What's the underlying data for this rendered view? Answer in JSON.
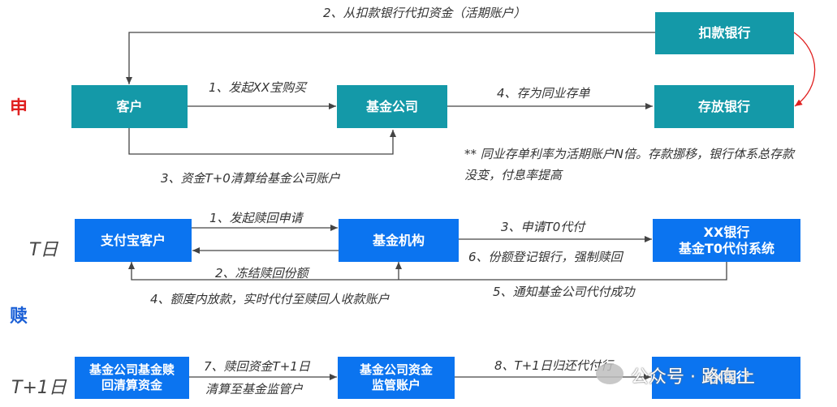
{
  "labels": {
    "apply": "申",
    "redeem": "赎",
    "t_day": "T日",
    "t1_day": "T+1日"
  },
  "section1": {
    "customer": "客户",
    "fund_company": "基金公司",
    "debit_bank": "扣款银行",
    "deposit_bank": "存放银行",
    "step1": "1、发起XX宝购买",
    "step2": "2、从扣款银行代扣资金（活期账户）",
    "step3": "3、资金T+0清算给基金公司账户",
    "step4": "4、存为同业存单",
    "note": "** 同业存单利率为活期账户N倍。存款挪移，银行体系总存款没变，付息率提高"
  },
  "section2": {
    "alipay_customer": "支付宝客户",
    "fund_institution": "基金机构",
    "bank_line1": "XX银行",
    "bank_line2": "基金T0代付系统",
    "step1": "1、发起赎回申请",
    "step2": "2、冻结赎回份额",
    "step3": "3、申请T0代付",
    "step4": "4、额度内放款，实时代付至赎回人收款账户",
    "step5": "5、通知基金公司代付成功",
    "step6": "6、份额登记银行，强制赎回"
  },
  "section3": {
    "box1_line1": "基金公司基金赎",
    "box1_line2": "回清算资金",
    "box2_line1": "基金公司资金",
    "box2_line2": "监管账户",
    "bank": "XX银行",
    "step7_line1": "7、赎回资金T+1日",
    "step7_line2": "清算至基金监管户",
    "step8": "8、T+1日归还代付行"
  },
  "watermark": "公众号 · 路向上",
  "colors": {
    "teal": "#1499a8",
    "blue": "#0b74f0",
    "apply_red": "#e02020",
    "redeem_blue": "#1a5fd6"
  }
}
